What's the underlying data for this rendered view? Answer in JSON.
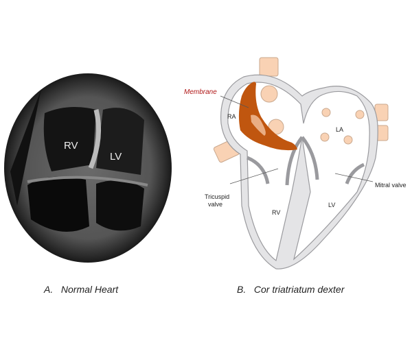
{
  "panel_a": {
    "caption": "A.   Normal Heart",
    "labels": {
      "rv": "RV",
      "lv": "LV"
    }
  },
  "panel_b": {
    "caption": "B.   Cor triatriatum dexter",
    "labels": {
      "membrane": "Membrane",
      "ra": "RA",
      "la": "LA",
      "tricuspid_line1": "Tricuspid",
      "tricuspid_line2": "valve",
      "mitral": "Mitral valve",
      "rv": "RV",
      "lv": "LV"
    },
    "colors": {
      "membrane": "#c0560f",
      "vessel": "#f9d2b4",
      "wall": "#e4e4e6",
      "label_red": "#b01818"
    }
  }
}
